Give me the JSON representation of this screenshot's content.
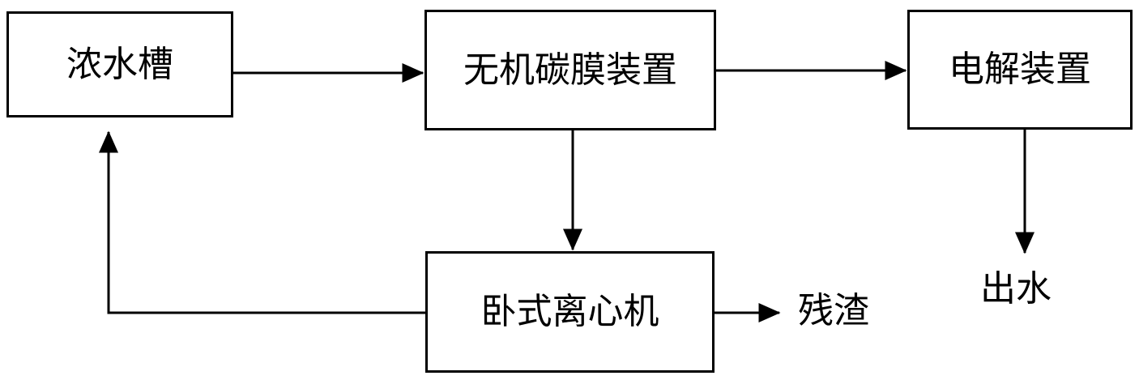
{
  "nodes": {
    "tank": {
      "label": "浓水槽"
    },
    "membrane": {
      "label": "无机碳膜装置"
    },
    "electrolysis": {
      "label": "电解装置"
    },
    "centrifuge": {
      "label": "卧式离心机"
    }
  },
  "outputs": {
    "residue": {
      "label": "残渣"
    },
    "water_out": {
      "label": "出水"
    }
  },
  "colors": {
    "stroke": "#000000",
    "background": "#ffffff",
    "text": "#000000"
  }
}
